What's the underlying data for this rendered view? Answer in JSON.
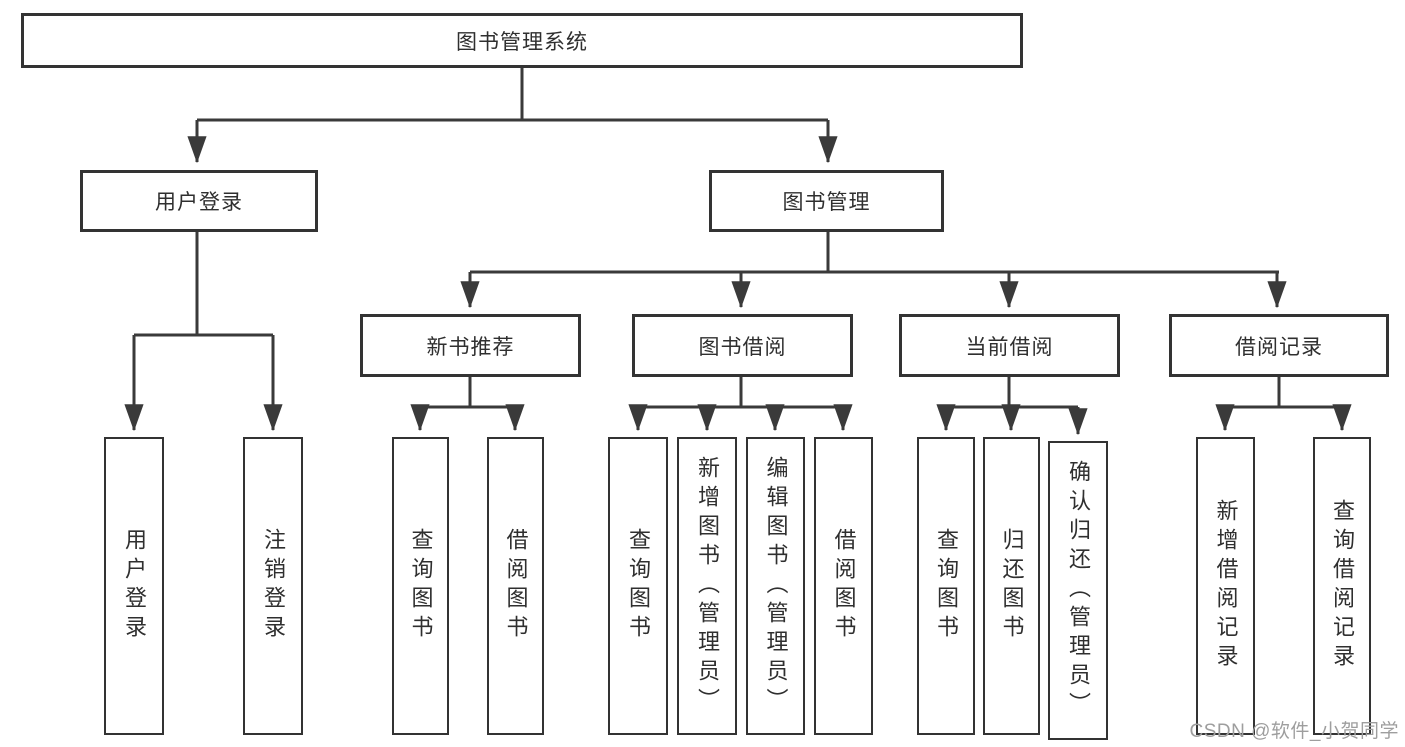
{
  "diagram": {
    "title": "图书管理系统",
    "root": {
      "label": "图书管理系统"
    },
    "level2": [
      {
        "id": "user_login",
        "label": "用户登录"
      },
      {
        "id": "book_mgmt",
        "label": "图书管理"
      }
    ],
    "level3": [
      {
        "id": "new_book_rec",
        "label": "新书推荐"
      },
      {
        "id": "book_borrow",
        "label": "图书借阅"
      },
      {
        "id": "current_borrow",
        "label": "当前借阅"
      },
      {
        "id": "borrow_record",
        "label": "借阅记录"
      }
    ],
    "leaves": {
      "user_login": [
        "用户登录",
        "注销登录"
      ],
      "new_book_rec": [
        "查询图书",
        "借阅图书"
      ],
      "book_borrow": [
        "查询图书",
        "新增图书（管理员）",
        "编辑图书（管理员）",
        "借阅图书"
      ],
      "current_borrow": [
        "查询图书",
        "归还图书",
        "确认归还（管理员）"
      ],
      "borrow_record": [
        "新增借阅记录",
        "查询借阅记录"
      ]
    },
    "colors": {
      "line": "#3a3a3a",
      "box_border": "#333333",
      "text": "#2f2f2f",
      "watermark": "#9e9e9e",
      "background": "#ffffff"
    }
  },
  "watermark": {
    "text": "CSDN @软件_小贺同学"
  }
}
